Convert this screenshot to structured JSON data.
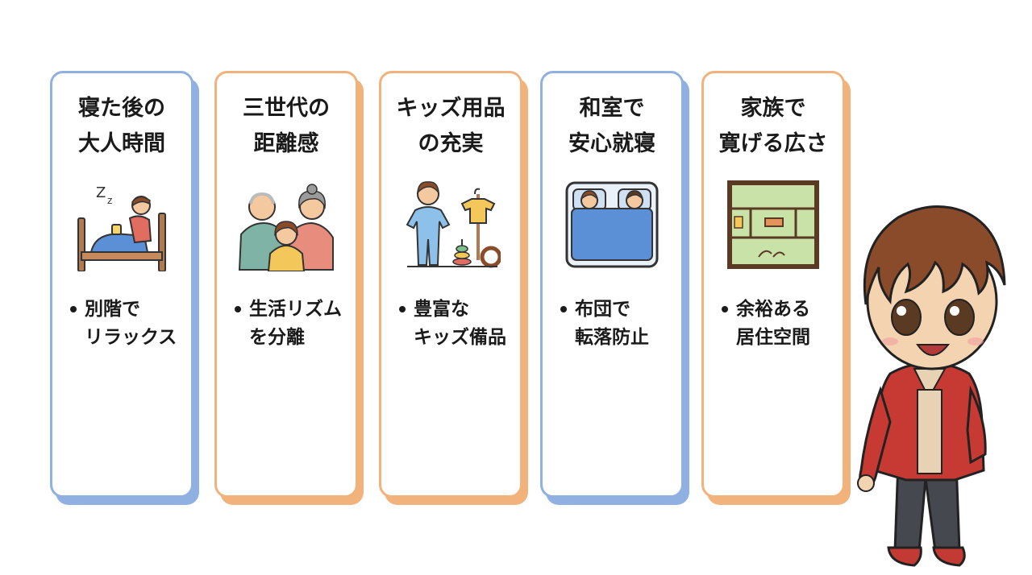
{
  "colors": {
    "blue": "#8fb0e0",
    "orange": "#f2b27c"
  },
  "cards": [
    {
      "title": [
        "寝た後の",
        "大人時間"
      ],
      "icon": "sleeping-person-bed-icon",
      "bullet": [
        "別階で",
        "リラックス"
      ]
    },
    {
      "title": [
        "三世代の",
        "距離感"
      ],
      "icon": "three-generation-family-icon",
      "bullet": [
        "生活リズム",
        "を分離"
      ]
    },
    {
      "title": [
        "キッズ用品",
        "の充実"
      ],
      "icon": "kids-goods-icon",
      "bullet": [
        "豊富な",
        "キッズ備品"
      ]
    },
    {
      "title": [
        "和室で",
        "安心就寝"
      ],
      "icon": "futon-sleeping-icon",
      "bullet": [
        "布団で",
        "転落防止"
      ]
    },
    {
      "title": [
        "家族で",
        "寛げる広さ"
      ],
      "icon": "floor-plan-icon",
      "bullet": [
        "余裕ある",
        "居住空間"
      ]
    }
  ],
  "mascot": {
    "icon": "boy-mascot-icon"
  }
}
